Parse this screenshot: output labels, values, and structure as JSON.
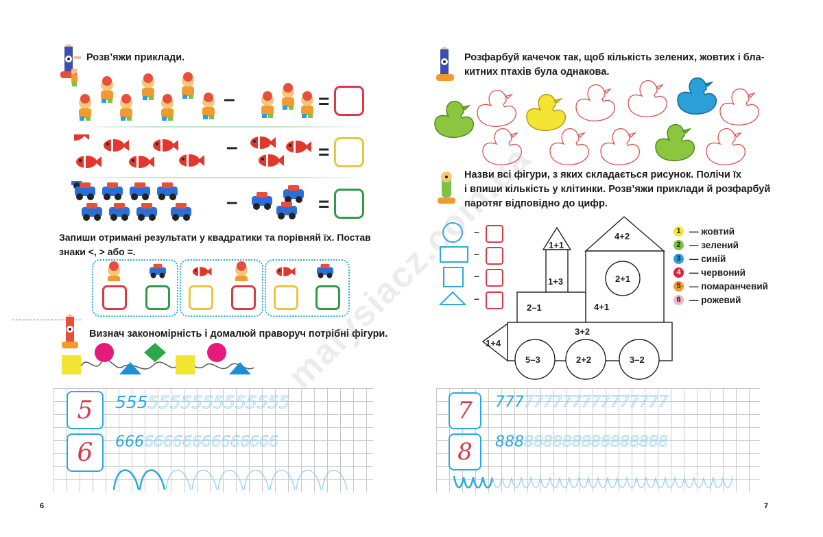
{
  "left_page": {
    "page_number": "6",
    "task1_instruction": "Розв’яжи приклади.",
    "task2_instruction_line1": "Запиши отримані результати у квадратики та порівняй їх. Постав",
    "task2_instruction_line2": "знаки <, > або =.",
    "task3_instruction": "Визнач закономірність і домалюй праворуч потрібні фігури.",
    "rows": [
      {
        "left_count": 7,
        "right_count": 3,
        "item": "doll-icon",
        "box_color": "#d63b4a"
      },
      {
        "left_count": 5,
        "right_count": 3,
        "item": "fish-icon",
        "box_color": "#e9c63a"
      },
      {
        "left_count": 8,
        "right_count": 3,
        "item": "car-icon",
        "box_color": "#2f9a46"
      }
    ],
    "minus": "–",
    "equals": "=",
    "writing": [
      {
        "digit": "5",
        "sample": "555",
        "trace": "5555555555555"
      },
      {
        "digit": "6",
        "sample": "666",
        "trace": "66666666666666"
      }
    ]
  },
  "right_page": {
    "page_number": "7",
    "task1_instruction_line1": "Розфарбуй качечок так, щоб кількість зелених, жовтих і бла-",
    "task1_instruction_line2": "китних птахів була однакова.",
    "task2_instruction_line1": "Назви всі фігури, з яких складається рисунок. Полічи їх",
    "task2_instruction_line2": "і впиши кількість у клітинки. Розв’яжи приклади й розфарбуй",
    "task2_instruction_line3": "паротяг відповідно до цифр.",
    "dash": "–",
    "train_labels": {
      "chimney_top": "1+1",
      "chimney": "1+3",
      "roof": "4+2",
      "window": "2+1",
      "cab_left": "2–1",
      "cab_right": "4+1",
      "boiler": "3+2",
      "nose": "1+4",
      "wheel1": "5–3",
      "wheel2": "2+2",
      "wheel3": "3–2"
    },
    "legend": [
      {
        "num": "1",
        "label": "— жовтий",
        "color": "#f2e63a"
      },
      {
        "num": "2",
        "label": "— зелений",
        "color": "#7cc243"
      },
      {
        "num": "3",
        "label": "— синій",
        "color": "#2a9fd8"
      },
      {
        "num": "4",
        "label": "— червоний",
        "color": "#d8233a"
      },
      {
        "num": "5",
        "label": "— помаранчевий",
        "color": "#f29a2e"
      },
      {
        "num": "6",
        "label": "— рожевий",
        "color": "#f6b3c4"
      }
    ],
    "writing": [
      {
        "digit": "7",
        "sample": "777",
        "trace": "777777777777777"
      },
      {
        "digit": "8",
        "sample": "888",
        "trace": "888888888888888"
      }
    ]
  },
  "watermark": "malysiacz.com.ua",
  "colors": {
    "cyan": "#27a9e1",
    "red": "#d63b4a",
    "yellow": "#e9c63a",
    "green": "#2f9a46",
    "duck_green": "#8cc63f",
    "duck_yellow": "#f4e433",
    "duck_blue": "#2a9fd8",
    "duck_outline": "#d9534f"
  }
}
